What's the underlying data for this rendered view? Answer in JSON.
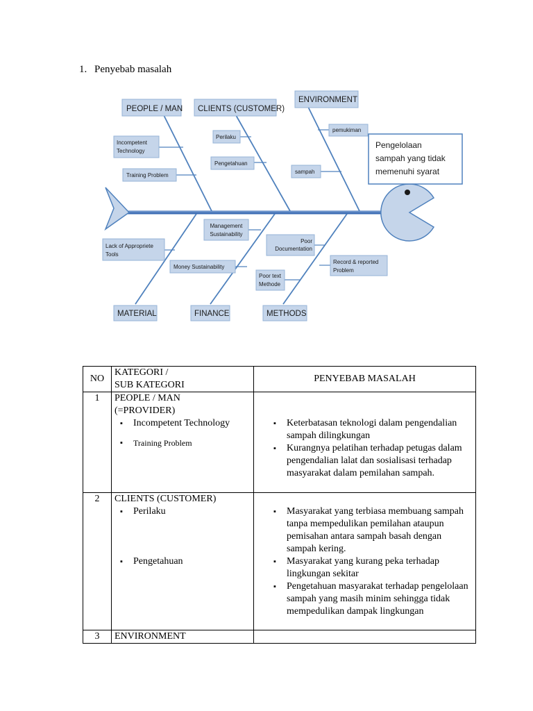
{
  "heading": {
    "number": "1.",
    "text": "Penyebab masalah"
  },
  "diagram": {
    "head_label": "Pengelolaan sampah yang tidak memenuhi syarat",
    "head_lines": [
      "Pengelolaan",
      "sampah yang tidak",
      "memenuhi syarat"
    ],
    "categories": {
      "people": "PEOPLE / MAN",
      "clients": "CLIENTS (CUSTOMER)",
      "environment": "ENVIRONMENT",
      "material": "MATERIAL",
      "finance": "FINANCE",
      "methods": "METHODS"
    },
    "causes": {
      "incompetent_1": "Incompetent",
      "incompetent_2": "Technology",
      "training": "Training Problem",
      "perilaku": "Perilaku",
      "pengetahuan": "Pengetahuan",
      "pemukiman": "pemukiman",
      "sampah": "sampah",
      "lack_1": "Lack of Appropriete",
      "lack_2": "Tools",
      "mgmt_1": "Management",
      "mgmt_2": "Sustainability",
      "money": "Money  Sustainability",
      "pooldoc_1": "Poor",
      "pooldoc_2": "Documentation",
      "record_1": "Record & reported",
      "record_2": "Problem",
      "poortext_1": "Poor text",
      "poortext_2": "Methode"
    }
  },
  "table": {
    "header": {
      "no": "NO",
      "cat_line1": "KATEGORI /",
      "cat_line2": "SUB KATEGORI",
      "cause": "PENYEBAB MASALAH"
    },
    "rows": [
      {
        "no": "1",
        "cat_line1": "PEOPLE / MAN",
        "cat_line2": "(=PROVIDER)",
        "sub1": "Incompetent Technology",
        "sub2": "Training Problem",
        "cause1": "Keterbatasan teknologi dalam pengendalian sampah dilingkungan",
        "cause2": "Kurangnya pelatihan terhadap petugas dalam pengendalian lalat dan sosialisasi terhadap masyarakat dalam pemilahan sampah."
      },
      {
        "no": "2",
        "cat_line1": "CLIENTS (CUSTOMER)",
        "sub1": "Perilaku",
        "sub2": "Pengetahuan",
        "cause1": "Masyarakat yang terbiasa membuang sampah tanpa mempedulikan pemilahan ataupun pemisahan antara sampah basah dengan sampah kering.",
        "cause2": "Masyarakat yang kurang peka terhadap lingkungan sekitar",
        "cause3": "Pengetahuan masyarakat terhadap pengelolaan sampah yang masih minim sehingga tidak mempedulikan dampak lingkungan"
      },
      {
        "no": "3",
        "cat_line1": "ENVIRONMENT"
      }
    ]
  },
  "colors": {
    "box_fill": "#c5d5ea",
    "box_stroke": "#95b3d7",
    "line": "#4f81bd",
    "spine": "#3f6fb5"
  }
}
